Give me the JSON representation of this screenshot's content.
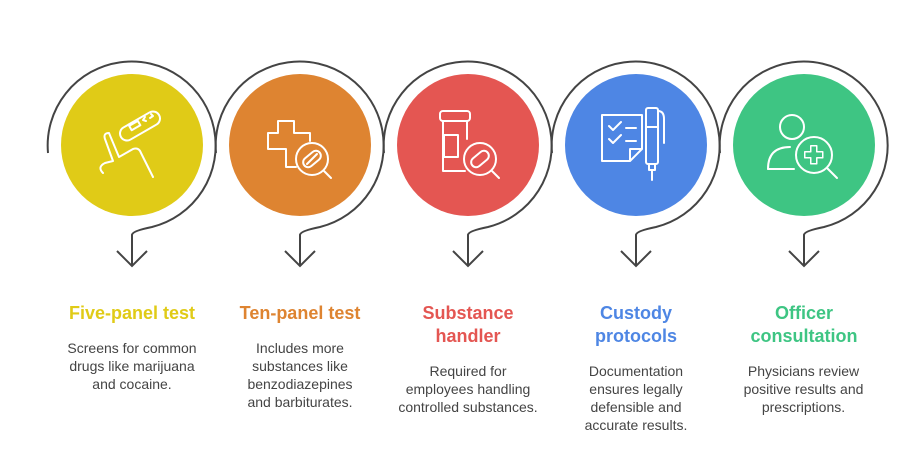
{
  "steps": [
    {
      "title": "Five-panel test",
      "description": "Screens for common drugs like marijuana and cocaine.",
      "color": "#E0CB17",
      "icon": "drug-test-hand-icon"
    },
    {
      "title": "Ten-panel test",
      "description": "Includes more substances like benzodiazepines and barbiturates.",
      "color": "#DE8431",
      "icon": "medical-cross-pill-search-icon"
    },
    {
      "title": "Substance handler",
      "description": "Required for employees handling controlled substances.",
      "color": "#E45652",
      "icon": "pill-bottle-search-icon"
    },
    {
      "title": "Custody protocols",
      "description": "Documentation ensures legally defensible and accurate results.",
      "color": "#4E86E4",
      "icon": "checklist-pen-icon"
    },
    {
      "title": "Officer consultation",
      "description": "Physicians review positive results and prescriptions.",
      "color": "#3EC583",
      "icon": "person-medical-search-icon"
    }
  ]
}
